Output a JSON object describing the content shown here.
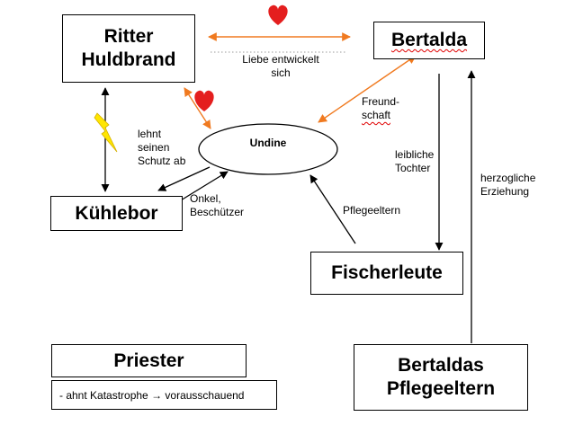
{
  "nodes": {
    "ritter": {
      "line1": "Ritter",
      "line2": "Huldbrand"
    },
    "bertalda": "Bertalda",
    "undine": "Undine",
    "kuehlebor": "Kühlebor",
    "fischerleute": "Fischerleute",
    "priester": "Priester",
    "priester_note": "- ahnt Katastrophe → vorausschauend",
    "bertaldas_pflegeeltern": {
      "line1": "Bertaldas",
      "line2": "Pflegeeltern"
    }
  },
  "labels": {
    "liebe": {
      "line1": "Liebe entwickelt",
      "line2": "sich"
    },
    "freundschaft": {
      "line1": "Freund-",
      "line2": "schaft"
    },
    "lehnt": {
      "line1": "lehnt",
      "line2": "seinen",
      "line3": "Schutz ab"
    },
    "onkel": {
      "line1": "Onkel,",
      "line2": "Beschützer"
    },
    "leibliche": {
      "line1": "leibliche",
      "line2": "Tochter"
    },
    "pflegeeltern": "Pflegeeltern",
    "herzogliche": {
      "line1": "herzogliche",
      "line2": "Erziehung"
    }
  },
  "colors": {
    "arrow_orange": "#f07a20",
    "heart": "#e41e1e",
    "lightning": "#ffe600",
    "lightning_stroke": "#d4b000",
    "line": "#000000"
  },
  "icons": [
    "heart-icon",
    "heart-icon",
    "lightning-icon"
  ]
}
